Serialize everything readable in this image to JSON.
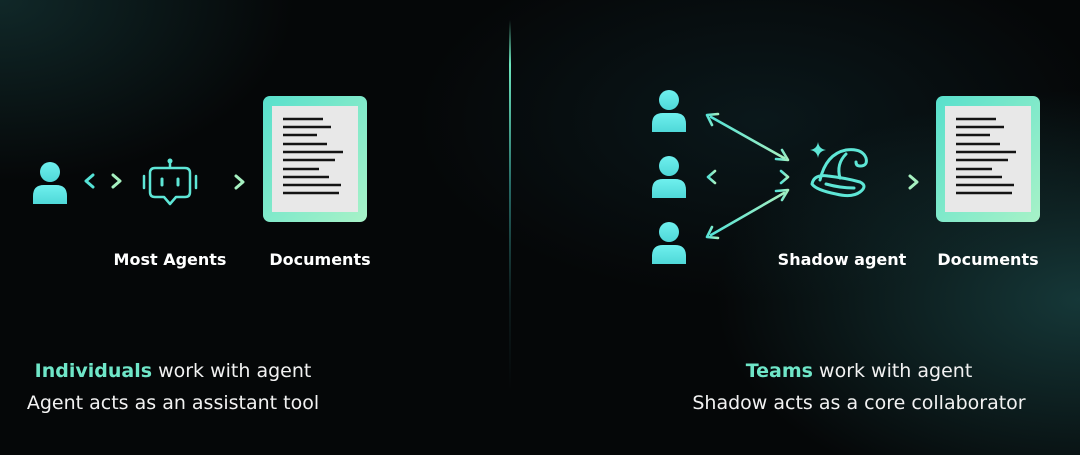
{
  "left": {
    "agent_label": "Most Agents",
    "documents_label": "Documents",
    "caption_highlight": "Individuals",
    "caption_rest": " work with agent",
    "caption_line2": "Agent acts as an assistant tool"
  },
  "right": {
    "agent_label": "Shadow agent",
    "documents_label": "Documents",
    "caption_highlight": "Teams",
    "caption_rest": " work with agent",
    "caption_line2": "Shadow acts as a core collaborator"
  },
  "colors": {
    "accent": "#5ee6d6",
    "highlight": "#6fe6c8",
    "document_frame": "#4fd8c6",
    "document_paper": "#e8e8e8",
    "background": "#050708"
  },
  "icons": {
    "user": "person-icon",
    "robot": "robot-agent-icon",
    "shadow": "wizard-hat-icon",
    "document": "document-icon",
    "sparkle": "sparkle-icon"
  }
}
